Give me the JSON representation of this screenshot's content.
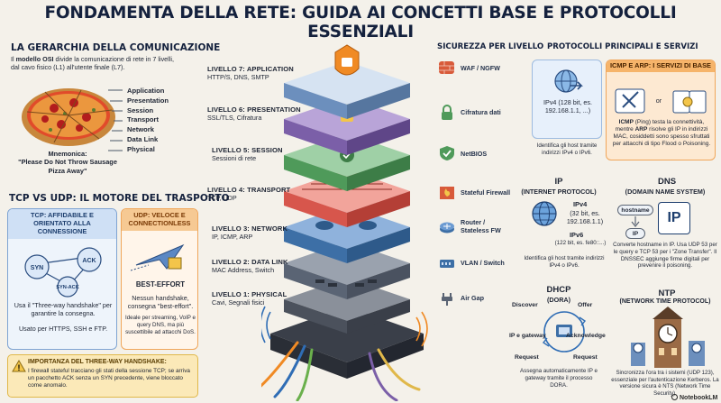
{
  "title": "FONDAMENTA DELLA RETE: GUIDA AI CONCETTI BASE E PROTOCOLLI ESSENZIALI",
  "hierarchy": {
    "heading": "LA GERARCHIA DELLA COMUNICAZIONE",
    "intro_pre": "Il ",
    "intro_bold": "modello OSI",
    "intro_post": " divide la comunicazione di rete in 7 livelli, dal cavo fisico (L1) all'utente finale (L7).",
    "layers": [
      "Application",
      "Presentation",
      "Session",
      "Transport",
      "Network",
      "Data Link",
      "Physical"
    ],
    "mnemonic_label": "Mnemonica:",
    "mnemonic_text": "\"Please Do Not Throw Sausage Pizza Away\""
  },
  "tcpudp": {
    "heading": "TCP VS UDP: IL MOTORE DEL TRASPORTO",
    "tcp_title": "TCP: AFFIDABILE E ORIENTATO ALLA CONNESSIONE",
    "tcp_nodes": [
      "SYN",
      "ACK",
      "SYN-ACK"
    ],
    "tcp_desc": "Usa il \"Three-way handshake\" per garantire la consegna.",
    "tcp_used": "Usato per HTTPS, SSH e FTP.",
    "udp_title": "UDP: VELOCE E CONNECTIONLESS",
    "udp_best": "BEST-EFFORT",
    "udp_desc": "Nessun handshake, consegna \"best-effort\".",
    "udp_used": "Ideale per streaming, VoIP e query DNS, ma più suscettibile ad attacchi DoS.",
    "warn_title": "IMPORTANZA DEL THREE-WAY HANDSHAKE:",
    "warn_text": "I firewall stateful tracciano gli stati della sessione TCP; se arriva un pacchetto ACK senza un SYN precedente, viene bloccato come anomalo."
  },
  "stack": [
    {
      "name": "LIVELLO 7: APPLICATION",
      "sub": "HTTP/S, DNS, SMTP",
      "color": "#6c8fbd"
    },
    {
      "name": "LIVELLO 6: PRESENTATION",
      "sub": "SSL/TLS, Cifratura",
      "color": "#7b5fa8"
    },
    {
      "name": "LIVELLO 5: SESSION",
      "sub": "Sessioni di rete",
      "color": "#4f9a5a"
    },
    {
      "name": "LIVELLO 4: TRANSPORT",
      "sub": "TCP, UDP",
      "color": "#d7564c"
    },
    {
      "name": "LIVELLO 3: NETWORK",
      "sub": "IP, ICMP, ARP",
      "color": "#3d6fa6"
    },
    {
      "name": "LIVELLO 2: DATA LINK",
      "sub": "MAC Address, Switch",
      "color": "#5a6474"
    },
    {
      "name": "LIVELLO 1: PHYSICAL",
      "sub": "Cavi, Segnali fisici",
      "color": "#3a3f49"
    }
  ],
  "security": {
    "heading": "SICUREZZA PER LIVELLO",
    "items": [
      {
        "label": "WAF / NGFW",
        "icon": "brick-wall-icon"
      },
      {
        "label": "Cifratura dati",
        "icon": "lock-icon"
      },
      {
        "label": "NetBIOS",
        "icon": "shield-check-icon"
      },
      {
        "label": "Stateful Firewall",
        "icon": "firewall-icon"
      },
      {
        "label": "Router / Stateless FW",
        "icon": "router-icon"
      },
      {
        "label": "VLAN / Switch",
        "icon": "switch-icon"
      },
      {
        "label": "Air Gap",
        "icon": "plug-icon"
      }
    ]
  },
  "protocols": {
    "heading": "PROTOCOLLI PRINCIPALI E SERVIZI",
    "ipv4_card": {
      "label": "IPv4 (128 bit, es. 192.168.1.1, ...)",
      "desc": "Identifica gli host tramite indirizzi IPv4 o IPv6."
    },
    "icmp_card": {
      "title": "ICMP E ARP: I SERVIZI DI BASE",
      "or": "or",
      "desc_a": "ICMP",
      "desc_b": " (Ping) testa la connettività, mentre ",
      "desc_c": "ARP",
      "desc_d": " risolve gli IP in indirizzi MAC, cosiddetti sono spesso sfruttati per attacchi di tipo Flood o Poisoning."
    },
    "ip": {
      "title": "IP",
      "subtitle": "(INTERNET PROTOCOL)",
      "ipv4_label": "IPv4",
      "ipv4_desc": "(32 bit, es. 192.168.1.1)",
      "ipv6_label": "IPv6",
      "ipv6_desc": "(122 bit, es. fe80::...)",
      "desc": "Identifica gli host tramite indirizzi IPv4 o IPv6."
    },
    "dns": {
      "title": "DNS",
      "subtitle": "(DOMAIN NAME SYSTEM)",
      "hostname": "hostname",
      "ip": "IP",
      "big": "IP",
      "desc": "Converte hostname in IP. Usa UDP 53 per le query e TCP 53 per i \"Zone Transfer\". Il DNSSEC aggiunge firme digitali per prevenire il poisoning."
    },
    "dhcp": {
      "title": "DHCP",
      "subtitle": "(DORA)",
      "discover": "Discover",
      "offer": "Offer",
      "ipgw": "IP e gateway",
      "ack": "Acknowledge",
      "request_l": "Request",
      "request_r": "Request",
      "desc": "Assegna automaticamente IP e gateway tramite il processo DORA."
    },
    "ntp": {
      "title": "NTP",
      "subtitle": "(NETWORK TIME PROTOCOL)",
      "desc": "Sincronizza l'ora tra i sistemi (UDP 123), essenziale per l'autenticazione Kerberos. La versione sicura è NTS (Network Time Security)."
    }
  },
  "brand": "NotebookLM",
  "colors": {
    "navy": "#14213d",
    "accent_blue": "#2f6db5",
    "accent_orange": "#f08a24",
    "warn": "#f3c54a"
  }
}
